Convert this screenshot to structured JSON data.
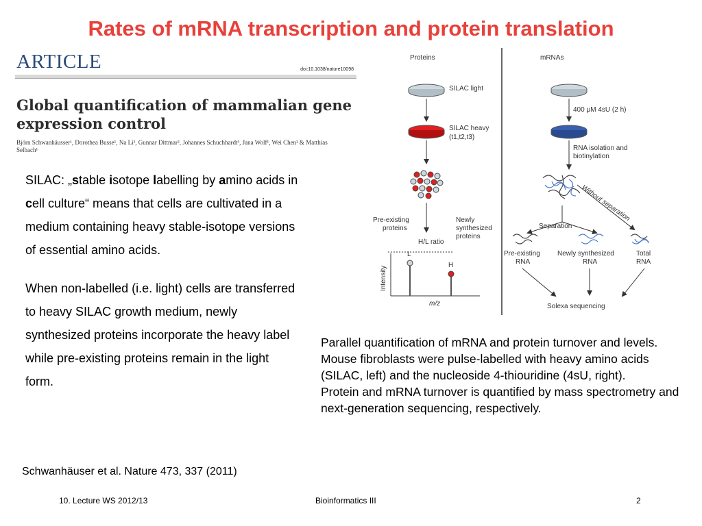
{
  "title": "Rates of mRNA transcription and protein translation",
  "article": {
    "header": "ARTICLE",
    "doi": "doi:10.1038/nature10098",
    "paper_title": "Global quantification of mammalian gene expression control",
    "authors": "Björn Schwanhäusser¹, Dorothea Busse¹, Na Li², Gunnar Dittmar², Johannes Schuchhardt³, Jana Wolf¹, Wei Chen² & Matthias Selbach¹"
  },
  "silac": {
    "p1_prefix": "SILAC: „",
    "p1_s": "s",
    "p1_table": "table ",
    "p1_i": "i",
    "p1_sotope": "sotope ",
    "p1_l": "l",
    "p1_abelling": "abelling by",
    "p1_a": "a",
    "p1_mino": "mino acids in ",
    "p1_c": "c",
    "p1_rest": "ell culture“ means that cells are cultivated in a medium containing heavy stable-isotope versions of essential amino acids.",
    "p2": "When non-labelled (i.e. light) cells are transferred to heavy SILAC growth medium, newly synthesized proteins incorporate the heavy label while pre-existing proteins remain in the light form."
  },
  "citation": "Schwanhäuser et al. Nature 473, 337 (2011)",
  "caption": {
    "line1": "Parallel quantification of mRNA and protein turnover and levels. Mouse fibroblasts were pulse-labelled with heavy amino acids (SILAC, left) and the nucleoside 4-thiouridine (4sU, right).",
    "line2": "Protein and mRNA turnover is quantified by mass spectrometry and next-generation sequencing, respectively."
  },
  "diagram": {
    "proteins_label": "Proteins",
    "mrnas_label": "mRNAs",
    "silac_light": "SILAC  light",
    "silac_heavy": "SILAC heavy",
    "time_points": "(t1,t2,t3)",
    "pulse_4su": "400 μM 4sU (2 h)",
    "rna_isolation_1": "RNA isolation and",
    "rna_isolation_2": "biotinylation",
    "without_separation": "Without separation",
    "separation": "Separation",
    "pre_existing_proteins_1": "Pre-existing",
    "pre_existing_proteins_2": "proteins",
    "newly_synth_proteins_1": "Newly",
    "newly_synth_proteins_2": "synthesized",
    "newly_synth_proteins_3": "proteins",
    "hl_ratio": "H/L ratio",
    "peak_l": "L",
    "peak_h": "H",
    "intensity": "Intensity",
    "mz": "m/z",
    "pre_existing_rna_1": "Pre-existing",
    "pre_existing_rna_2": "RNA",
    "newly_synth_rna_1": "Newly synthesized",
    "newly_synth_rna_2": "RNA",
    "total_rna_1": "Total",
    "total_rna_2": "RNA",
    "solexa": "Solexa sequencing",
    "colors": {
      "heavy": "#e02020",
      "light": "#cfd8dc",
      "mrna_dish": "#3a5fb0",
      "rna_strand": "#4a78c8"
    }
  },
  "footer": {
    "left": "10. Lecture WS 2012/13",
    "center": "Bioinformatics III",
    "right": "2"
  }
}
